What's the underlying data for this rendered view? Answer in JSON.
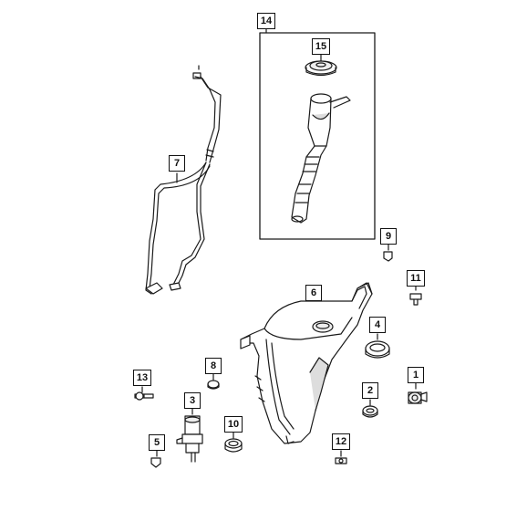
{
  "diagram": {
    "callouts": [
      {
        "id": "c1",
        "label": "1"
      },
      {
        "id": "c2",
        "label": "2"
      },
      {
        "id": "c3",
        "label": "3"
      },
      {
        "id": "c4",
        "label": "4"
      },
      {
        "id": "c5",
        "label": "5"
      },
      {
        "id": "c6",
        "label": "6"
      },
      {
        "id": "c7",
        "label": "7"
      },
      {
        "id": "c8",
        "label": "8"
      },
      {
        "id": "c9",
        "label": "9"
      },
      {
        "id": "c10",
        "label": "10"
      },
      {
        "id": "c11",
        "label": "11"
      },
      {
        "id": "c12",
        "label": "12"
      },
      {
        "id": "c13",
        "label": "13"
      },
      {
        "id": "c14",
        "label": "14"
      },
      {
        "id": "c15",
        "label": "15"
      }
    ],
    "line_color": "#1a1a1a",
    "fill_color": "#ffffff",
    "shade_color": "#d9d9d9"
  }
}
